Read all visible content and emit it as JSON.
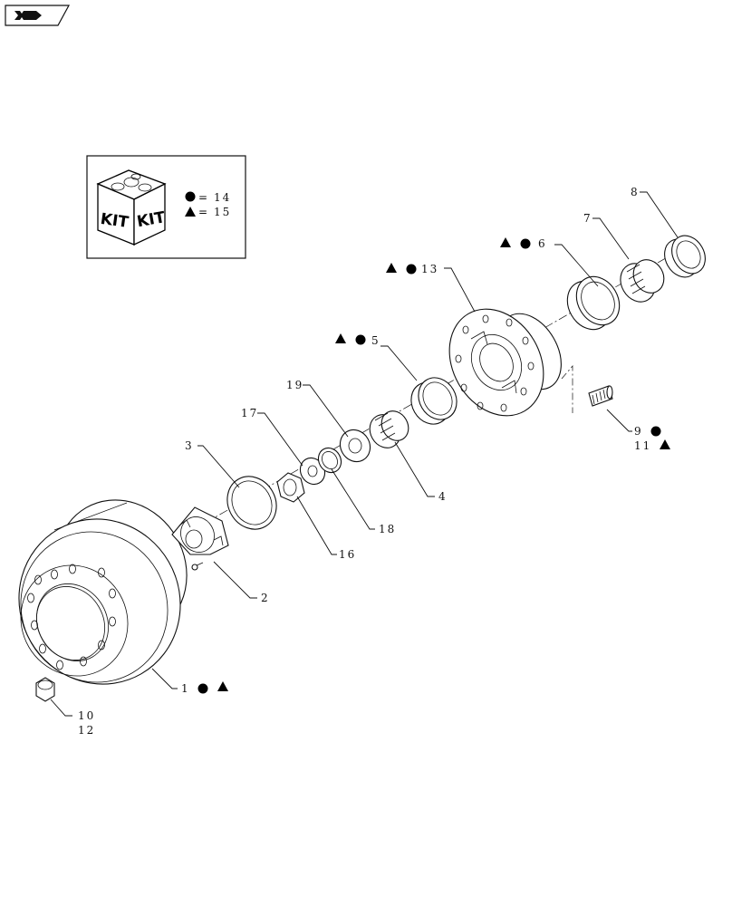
{
  "kit_legend": {
    "word": "KIT",
    "circle_ref": "14",
    "triangle_ref": "15",
    "equals": "="
  },
  "callouts": {
    "p1": "1",
    "p2": "2",
    "p3": "3",
    "p4": "4",
    "p5": "5",
    "p6": "6",
    "p7": "7",
    "p8": "8",
    "p9": "9",
    "p10": "10",
    "p11": "11",
    "p12": "12",
    "p13": "13",
    "p16": "16",
    "p17": "17",
    "p18": "18",
    "p19": "19"
  },
  "icons": {
    "nav": "next-page-arrow-icon",
    "circle": "circle-kit-marker-icon",
    "triangle": "triangle-kit-marker-icon"
  }
}
